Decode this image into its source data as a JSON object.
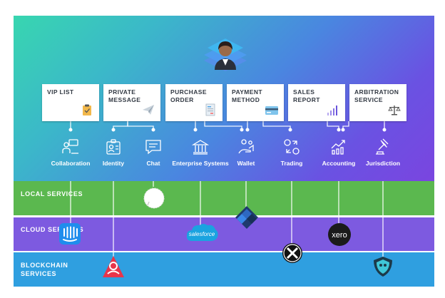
{
  "cards": [
    {
      "title": "VIP LIST",
      "icon": "clipboard-check-icon"
    },
    {
      "title": "PRIVATE MESSAGE",
      "icon": "paper-plane-icon"
    },
    {
      "title": "PURCHASE ORDER",
      "icon": "document-icon"
    },
    {
      "title": "PAYMENT METHOD",
      "icon": "credit-card-icon"
    },
    {
      "title": "SALES REPORT",
      "icon": "bar-chart-icon"
    },
    {
      "title": "ARBITRATION SERVICE",
      "icon": "scales-icon"
    }
  ],
  "services": [
    {
      "label": "Collaboration",
      "icon": "collaboration-icon"
    },
    {
      "label": "Identity",
      "icon": "identity-badge-icon"
    },
    {
      "label": "Chat",
      "icon": "chat-bubble-icon"
    },
    {
      "label": "Enterprise Systems",
      "icon": "building-icon"
    },
    {
      "label": "Wallet",
      "icon": "wallet-icon"
    },
    {
      "label": "Trading",
      "icon": "exchange-icon"
    },
    {
      "label": "Accounting",
      "icon": "growth-chart-icon"
    },
    {
      "label": "Jurisdiction",
      "icon": "gavel-icon"
    }
  ],
  "bands": {
    "local": "LOCAL SERVICES",
    "cloud": "CLOUD SERVICES",
    "blockchain": "BLOCKCHAIN SERVICES"
  },
  "logos": {
    "salesforce": "salesforce",
    "xero": "xero"
  },
  "colors": {
    "local_band": "#5bb84f",
    "cloud_band": "#7d5ae0",
    "blockchain_band": "#2f9fe0",
    "card_background": "#ffffff",
    "card_text": "#333a44",
    "service_text": "#ffffff"
  }
}
